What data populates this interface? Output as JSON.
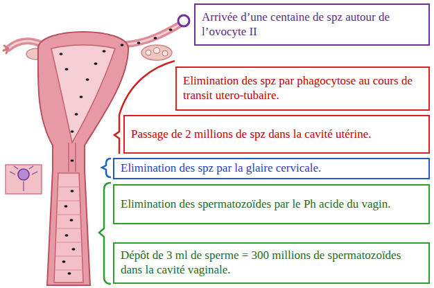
{
  "diagram": {
    "nodes": [
      {
        "text": [
          "Arrivée d’une centaine de spz autour de l’ovocyte II"
        ]
      },
      {
        "text": [
          "Elimination des spz par phagocytose au cours de transit utero-tubaire."
        ]
      },
      {
        "text": [
          "Passage de 2 millions de spz dans la cavité utérine."
        ]
      },
      {
        "text": [
          "Elimination des spz par la glaire cervicale."
        ]
      },
      {
        "text": [
          "Elimination des spermatozoïdes par le Ph acide du vagin."
        ]
      },
      {
        "text": [
          "Dépôt de 3 ml de sperme = 300 millions de spermatozoïdes dans la cavité vaginale."
        ]
      }
    ]
  }
}
